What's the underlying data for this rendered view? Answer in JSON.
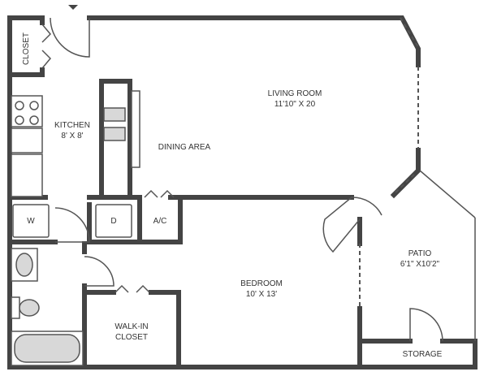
{
  "plan": {
    "rooms": {
      "living_room": {
        "name": "LIVING ROOM",
        "size": "11'10\" X 20"
      },
      "kitchen": {
        "name": "KITCHEN",
        "size": "8' X 8'"
      },
      "dining_area": {
        "name": "DINING AREA"
      },
      "bedroom": {
        "name": "BEDROOM",
        "size": "10' X 13'"
      },
      "walk_in_closet": {
        "line1": "WALK-IN",
        "line2": "CLOSET"
      },
      "patio": {
        "name": "PATIO",
        "size": "6'1\" X10'2\""
      },
      "storage": {
        "name": "STORAGE"
      },
      "closet": {
        "name": "CLOSET"
      },
      "ac": {
        "name": "A/C"
      }
    },
    "appliances": {
      "washer": "W",
      "dryer": "D"
    },
    "colors": {
      "wall": "#444444",
      "fixture": "#d8d8d8",
      "line": "#555555"
    }
  }
}
